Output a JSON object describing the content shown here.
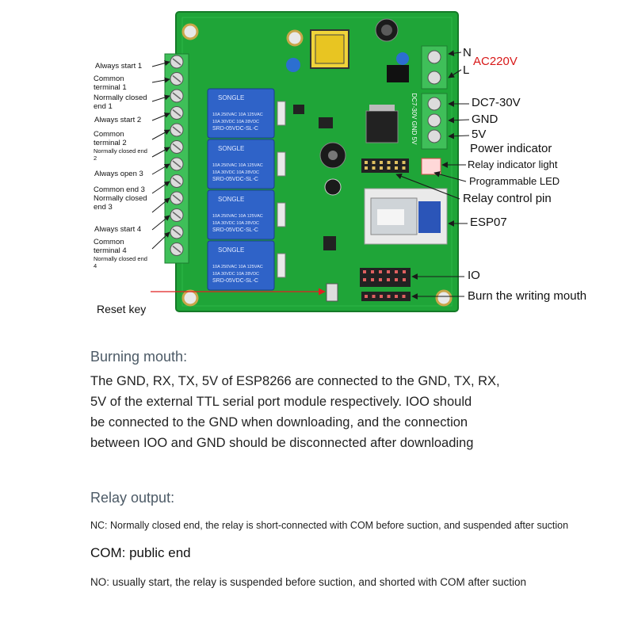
{
  "board": {
    "relay_label": "SONGLE",
    "relay_spec_lines": [
      "10A 250VAC  10A 125VAC",
      "10A 30VDC  10A 28VDC",
      "SRD-05VDC-SL-C"
    ],
    "terminal_strip_text": "DC7-30V GND 5V",
    "reset_key_label": "Reset key",
    "left_labels": [
      {
        "text": "Always start 1",
        "small": false
      },
      {
        "text": "Common terminal 1",
        "small": false
      },
      {
        "text": "Normally closed end 1",
        "small": false
      },
      {
        "text": "Always start 2",
        "small": false
      },
      {
        "text": "Common terminal 2",
        "small": false
      },
      {
        "text": "Normally closed end 2",
        "small": true
      },
      {
        "text": "Always open 3",
        "small": false
      },
      {
        "text": "Common end 3 Normally closed end 3",
        "small": false
      },
      {
        "text": "Always start 4",
        "small": false
      },
      {
        "text": "Common terminal 4",
        "small": false
      },
      {
        "text": "Normally closed end 4",
        "small": true
      }
    ],
    "right_labels": {
      "n": "N",
      "l": "L",
      "ac": "AC220V",
      "dc": "DC7-30V",
      "gnd": "GND",
      "v5": "5V",
      "power": "Power indicator",
      "relay_light": "Relay indicator light",
      "prog_led": "Programmable LED",
      "relay_pin": "Relay control pin",
      "esp": "ESP07",
      "io": "IO",
      "burn": "Burn the writing mouth"
    },
    "colors": {
      "pcb": "#1fa538",
      "relay": "#2f63c8",
      "label_red": "#d81818",
      "arrow": "#1a1a1a",
      "pointer_red": "#e02020"
    }
  },
  "burning": {
    "heading": "Burning mouth:",
    "lines": [
      "The GND, RX, TX, 5V of ESP8266 are connected to the GND, TX, RX,",
      "5V of the external TTL serial port module respectively. IOO should",
      "be connected to the GND when downloading, and the connection",
      "between IOO and GND should be disconnected after downloading"
    ]
  },
  "relay_output": {
    "heading": "Relay output:",
    "nc": "NC: Normally closed end, the relay is short-connected with COM before suction, and suspended after suction",
    "com": "COM: public end",
    "no": "NO: usually start, the relay is suspended before suction, and shorted with COM after suction"
  }
}
